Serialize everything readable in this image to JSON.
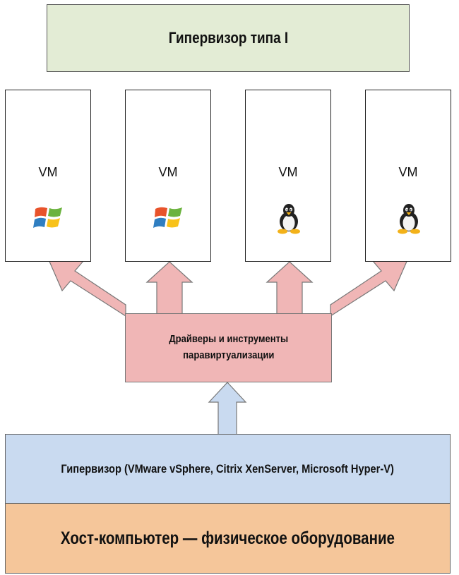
{
  "title": "Гипервизор типа I",
  "vms": [
    {
      "label": "VM",
      "os_icon": "windows-logo-icon"
    },
    {
      "label": "VM",
      "os_icon": "windows-logo-icon"
    },
    {
      "label": "VM",
      "os_icon": "linux-tux-icon"
    },
    {
      "label": "VM",
      "os_icon": "linux-tux-icon"
    }
  ],
  "drivers": {
    "line1": "Драйверы и инструменты",
    "line2": "паравиртуализации"
  },
  "hypervisor": "Гипервизор (VMware vSphere, Citrix XenServer, Microsoft Hyper-V)",
  "host": "Хост-компьютер — физическое оборудование",
  "colors": {
    "title_bg": "#e3ecd5",
    "arrow_pink": "#f0b6b6",
    "arrow_blue": "#c9daf0",
    "hypervisor_bg": "#c9daf0",
    "host_bg": "#f5c69a"
  }
}
